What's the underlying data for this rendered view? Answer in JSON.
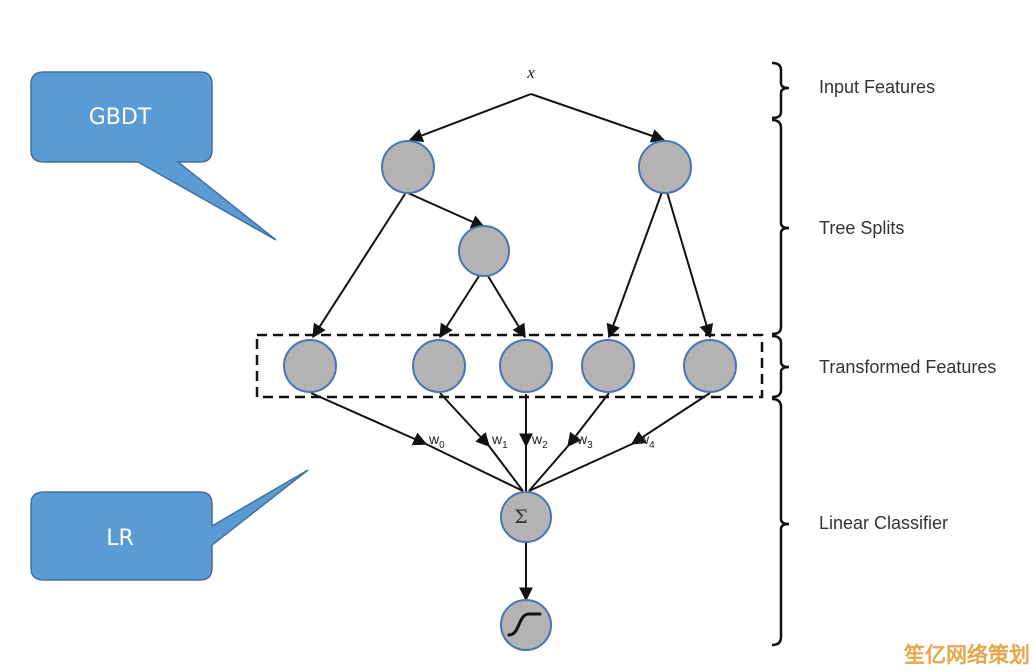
{
  "input_label": "x",
  "callouts": {
    "gbdt": "GBDT",
    "lr": "LR"
  },
  "sections": {
    "input_features": "Input Features",
    "tree_splits": "Tree Splits",
    "transformed_features": "Transformed Features",
    "linear_classifier": "Linear Classifier"
  },
  "weights": [
    {
      "base": "w",
      "sub": "0"
    },
    {
      "base": "w",
      "sub": "1"
    },
    {
      "base": "w",
      "sub": "2"
    },
    {
      "base": "w",
      "sub": "3"
    },
    {
      "base": "w",
      "sub": "4"
    }
  ],
  "sum_symbol": "Σ",
  "watermark": "笙亿网络策划",
  "colors": {
    "node_fill": "#b3b3b3",
    "node_stroke": "#4a74b8",
    "callout_fill": "#5b9bd5",
    "callout_stroke": "#41719c",
    "watermark": "#e8a64a"
  }
}
